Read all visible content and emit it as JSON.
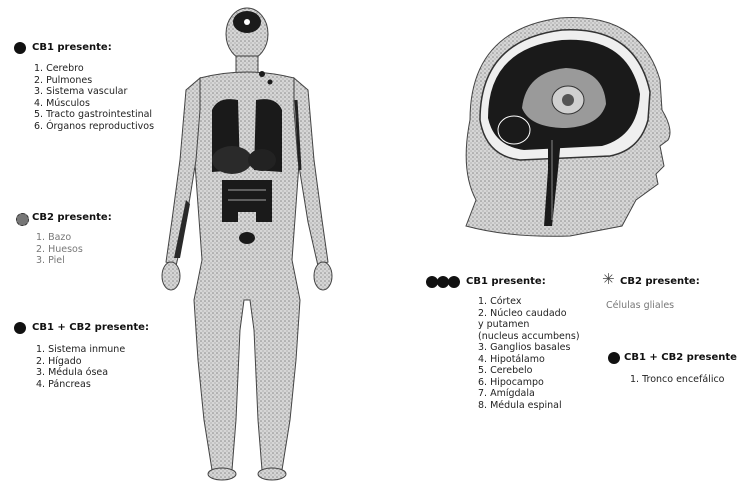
{
  "body_panel": {
    "cb1": {
      "heading": "CB1 presente:",
      "items": [
        "1. Cerebro",
        "2. Pulmones",
        "3. Sistema vascular",
        "4. Músculos",
        "5. Tracto gastrointestinal",
        "6. Órganos reproductivos"
      ]
    },
    "cb2": {
      "heading": "CB2 presente:",
      "items": [
        "1. Bazo",
        "2. Huesos",
        "3. Piel"
      ]
    },
    "cb1_cb2": {
      "heading": "CB1 + CB2 presente:",
      "items": [
        "1. Sistema inmune",
        "2. Hígado",
        "3. Médula ósea",
        "4. Páncreas"
      ]
    }
  },
  "head_panel": {
    "cb1": {
      "heading": "CB1 presente:",
      "items": [
        "1. Córtex",
        "2. Núcleo caudado",
        "y putamen",
        "(nucleus accumbens)",
        "3. Ganglios basales",
        "4. Hipotálamo",
        "5. Cerebelo",
        "6. Hipocampo",
        "7. Amígdala",
        "8. Médula espinal"
      ]
    },
    "cb2": {
      "heading": "CB2 presente:",
      "items": [
        "Células gliales"
      ]
    },
    "cb1_cb2": {
      "heading": "CB1 + CB2 presente:",
      "items": [
        "1. Tronco encefálico"
      ]
    }
  },
  "colors": {
    "ink": "#111111",
    "stipple": "#bdbdbd",
    "dark": "#1a1a1a"
  }
}
